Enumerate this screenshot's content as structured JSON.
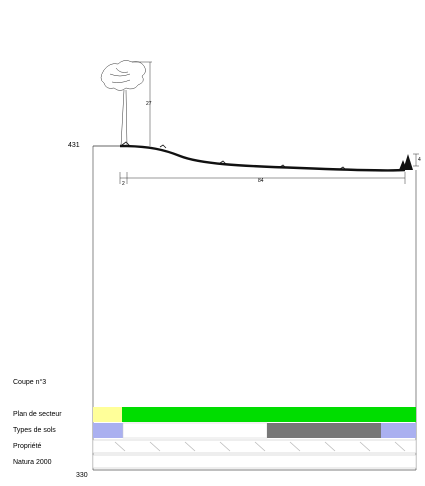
{
  "section": {
    "title": "Coupe n°3",
    "top_elevation": "431",
    "bottom_elevation": "330",
    "tree_height": "27",
    "left_offset": "2",
    "length": "84",
    "right_height": "4"
  },
  "bands": [
    {
      "label": "Plan de secteur"
    },
    {
      "label": "Types de sols"
    },
    {
      "label": "Propriété"
    },
    {
      "label": "Natura 2000"
    }
  ],
  "colors": {
    "plan_yellow": "#ffff99",
    "plan_green": "#00dd00",
    "soil_blue": "#aab0f0",
    "soil_grey": "#777777",
    "hatch": "#bbbbbb"
  }
}
